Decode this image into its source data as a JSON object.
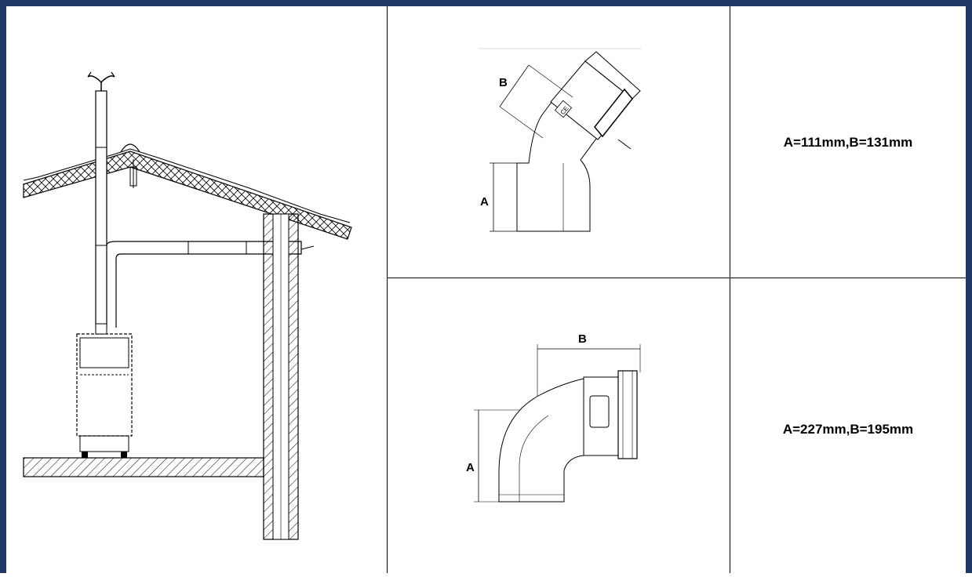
{
  "table": {
    "rows": [
      {
        "part": "45-degree-elbow",
        "label_a": "A",
        "label_b": "B",
        "ce_mark": "CE",
        "dimensions": "A=111mm,B=131mm"
      },
      {
        "part": "90-degree-elbow",
        "label_a": "A",
        "label_b": "B",
        "dimensions": "A=227mm,B=195mm"
      }
    ]
  },
  "colors": {
    "frame_border": "#1f3864",
    "line": "#000000"
  }
}
